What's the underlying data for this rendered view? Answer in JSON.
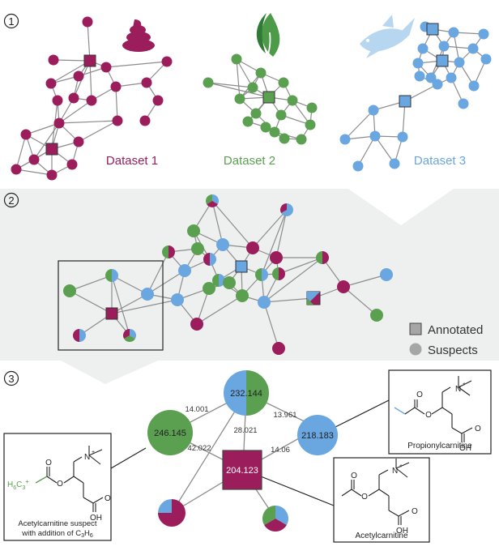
{
  "colors": {
    "dataset1": "#9c1d5c",
    "dataset2": "#5aa050",
    "dataset3": "#6aa6e0",
    "edge": "#8c8c8c",
    "panel_bg": "#eef0ef"
  },
  "panel1": {
    "number": "1",
    "dataset_labels": [
      "Dataset 1",
      "Dataset 2",
      "Dataset 3"
    ],
    "icons": [
      "poop-icon",
      "leaf-icon",
      "fish-icon"
    ]
  },
  "panel2": {
    "number": "2",
    "legend": {
      "annotated": "Annotated",
      "suspects": "Suspects"
    }
  },
  "panel3": {
    "number": "3",
    "nodes": {
      "n232": "232.144",
      "n246": "246.145",
      "n218": "218.183",
      "n204": "204.123"
    },
    "edges": {
      "e1": "14.001",
      "e2": "13.961",
      "e3": "28.021",
      "e4": "42.022",
      "e5": "14.06"
    },
    "boxes": {
      "propionyl": "Propionylcarnitine",
      "acetyl": "Acetylcarnitine",
      "suspect_line1": "Acetylcarnitine suspect",
      "suspect_line2": "with addition of C",
      "suspect_sub1": "3",
      "suspect_sub2": "6",
      "h6c3": "H6C3+"
    }
  }
}
